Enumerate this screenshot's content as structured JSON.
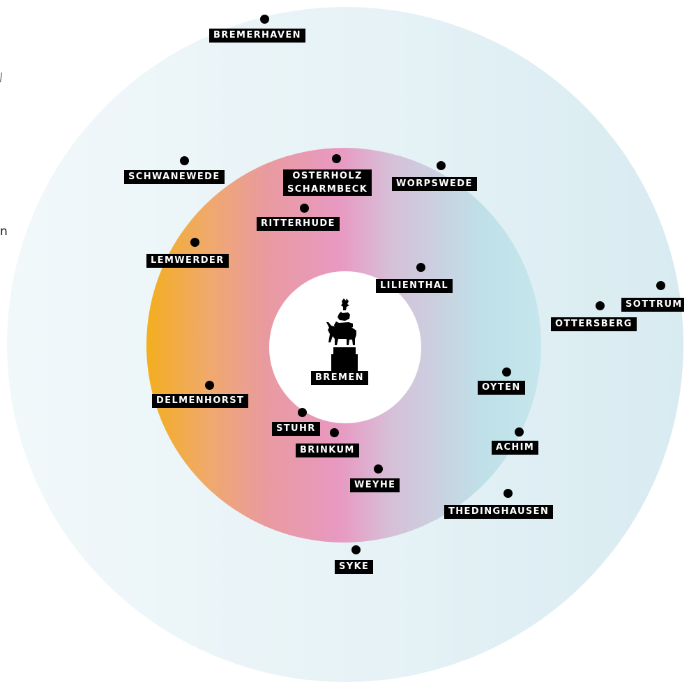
{
  "diagram": {
    "center": {
      "label": "BREMEN",
      "icon": "bremen-town-musicians-icon"
    },
    "rings": {
      "outer_colors": [
        "#f1f8fa",
        "#d8ebf1"
      ],
      "middle_colors": [
        "#f3ae1f",
        "#e899c2",
        "#c5e6ec"
      ],
      "inner_color": "#ffffff"
    },
    "places": [
      {
        "id": "bremerhaven",
        "label": "BREMERHAVEN"
      },
      {
        "id": "schwanewede",
        "label": "SCHWANEWEDE"
      },
      {
        "id": "osterholz-scharmbeck",
        "label_line1": "OSTERHOLZ",
        "label_line2": "SCHARMBECK"
      },
      {
        "id": "worpswede",
        "label": "WORPSWEDE"
      },
      {
        "id": "ritterhude",
        "label": "RITTERHUDE"
      },
      {
        "id": "lemwerder",
        "label": "LEMWERDER"
      },
      {
        "id": "lilienthal",
        "label": "LILIENTHAL"
      },
      {
        "id": "sottrum",
        "label": "SOTTRUM"
      },
      {
        "id": "ottersberg",
        "label": "OTTERSBERG"
      },
      {
        "id": "oyten",
        "label": "OYTEN"
      },
      {
        "id": "delmenhorst",
        "label": "DELMENHORST"
      },
      {
        "id": "stuhr",
        "label": "STUHR"
      },
      {
        "id": "brinkum",
        "label": "BRINKUM"
      },
      {
        "id": "achim",
        "label": "ACHIM"
      },
      {
        "id": "weyhe",
        "label": "WEYHE"
      },
      {
        "id": "thedinghausen",
        "label": "THEDINGHAUSEN"
      },
      {
        "id": "syke",
        "label": "SYKE"
      }
    ],
    "edge_text": "n"
  }
}
